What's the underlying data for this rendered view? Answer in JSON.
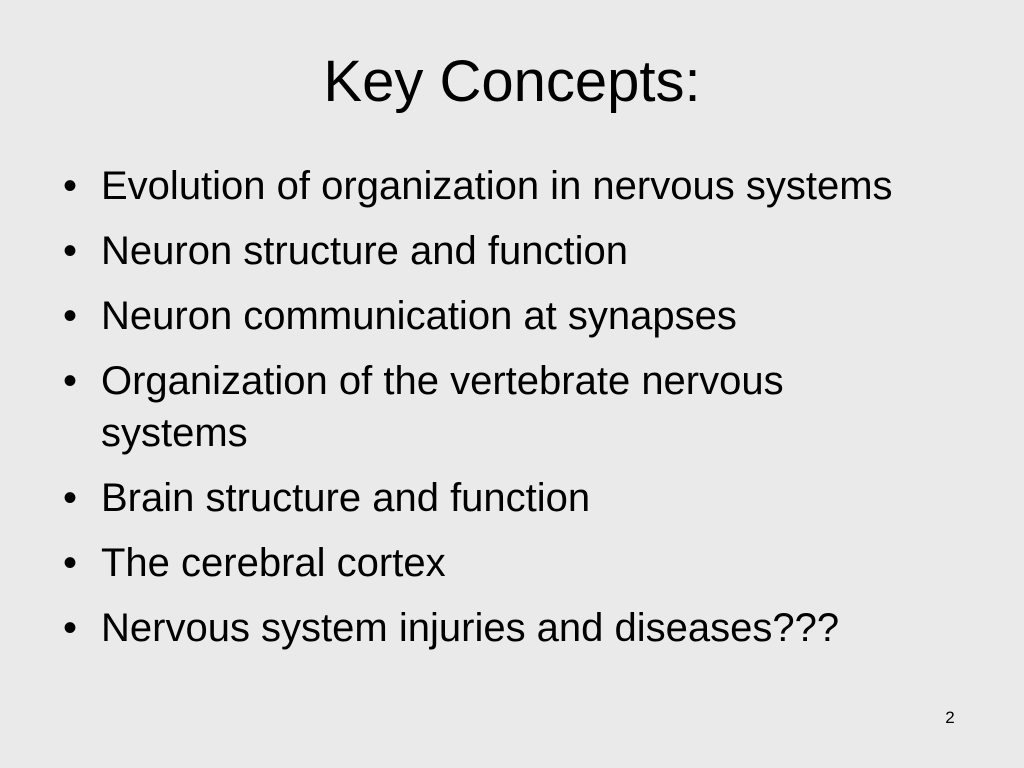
{
  "slide": {
    "title": "Key Concepts:",
    "bullet_symbol": "•",
    "bullets": [
      "Evolution of organization in nervous systems",
      "Neuron structure and function",
      "Neuron communication at synapses",
      "Organization of the vertebrate nervous systems",
      "Brain structure and function",
      "The cerebral cortex",
      "Nervous system injuries and diseases???"
    ],
    "page_number": "2"
  },
  "colors": {
    "background": "#eaeaea",
    "text": "#000000"
  }
}
